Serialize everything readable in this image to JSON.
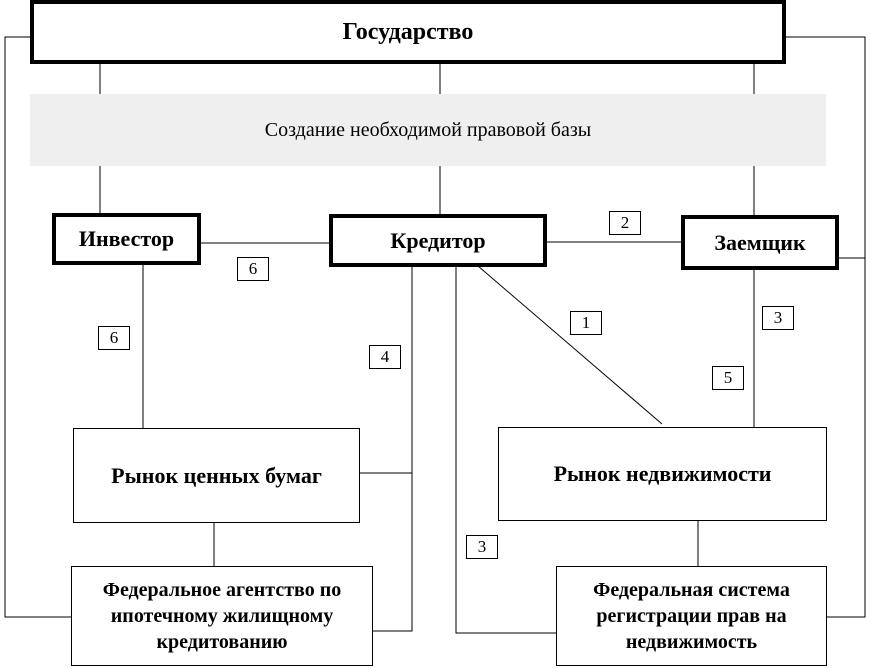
{
  "nodes": {
    "state": "Государство",
    "legal_base": "Создание необходимой правовой базы",
    "investor": "Инвестор",
    "creditor": "Кредитор",
    "borrower": "Заемщик",
    "securities_market": "Рынок ценных бумаг",
    "real_estate_market": "Рынок недвижимости",
    "agency": "Федеральное агентство по ипотечному жилищному кредитованию",
    "registration_system": "Федеральная система регистрации прав на недвижимость"
  },
  "edge_labels": {
    "creditor_borrower": "2",
    "creditor_real_estate": "1",
    "borrower_right": "3",
    "borrower_real_estate": "5",
    "creditor_securities": "4",
    "investor_creditor": "6",
    "investor_securities": "6",
    "creditor_registration": "3"
  }
}
